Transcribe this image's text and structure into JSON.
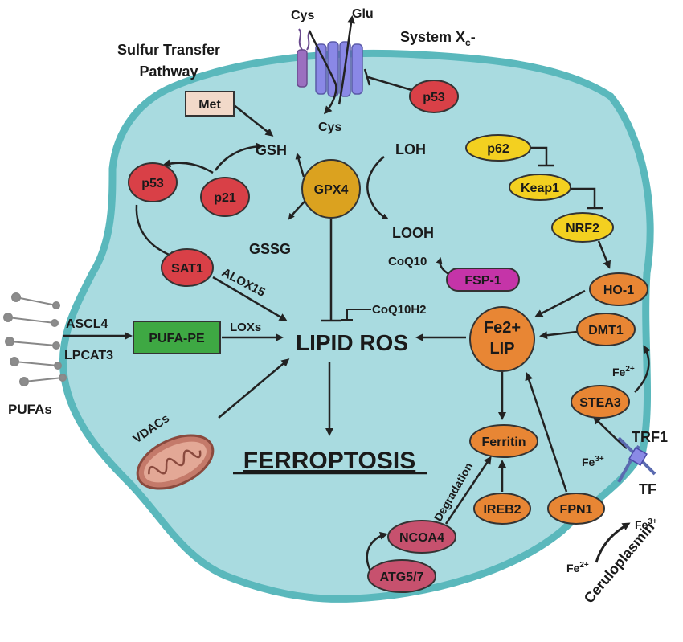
{
  "labels": {
    "sulfur_transfer_1": "Sulfur Transfer",
    "sulfur_transfer_2": "Pathway",
    "system_xc": "System X",
    "system_xc_sub": "c",
    "system_xc_suffix": "-",
    "cys_top": "Cys",
    "glu_top": "Glu",
    "cys_inside": "Cys",
    "gsh": "GSH",
    "gssg": "GSSG",
    "loh": "LOH",
    "looh": "LOOH",
    "coq10": "CoQ10",
    "coq10h2": "CoQ10H2",
    "ascl4": "ASCL4",
    "lpcat3": "LPCAT3",
    "pufas": "PUFAs",
    "loxs": "LOXs",
    "alox15": "ALOX15",
    "vdacs": "VDACs",
    "lipid_ros": "LIPID ROS",
    "ferroptosis": "FERROPTOSIS",
    "degradation": "Degradation",
    "fe2_label": "Fe",
    "fe2_sup": "2+",
    "fe3_label": "Fe",
    "fe3_sup": "3+",
    "trf1": "TRF1",
    "tf": "TF",
    "ceruloplasmin": "Ceruloplasmin",
    "cp_fe2": "Fe",
    "cp_fe2_sup": "2+",
    "cp_fe3": "Fe",
    "cp_fe3_sup": "3+"
  },
  "nodes": {
    "met": "Met",
    "p53_top": "p53",
    "p53_left": "p53",
    "p21": "p21",
    "sat1": "SAT1",
    "gpx4": "GPX4",
    "fsp1": "FSP-1",
    "pufa_pe": "PUFA-PE",
    "p62": "p62",
    "keap1": "Keap1",
    "nrf2": "NRF2",
    "ho1": "HO-1",
    "lip_1": "Fe2+",
    "lip_2": "LIP",
    "dmt1": "DMT1",
    "stea3": "STEA3",
    "ferritin": "Ferritin",
    "ireb2": "IREB2",
    "fpn1": "FPN1",
    "ncoa4": "NCOA4",
    "atg57": "ATG5/7"
  },
  "colors": {
    "cell_fill": "#a9dbe0",
    "cell_border": "#5ab8bc",
    "red_node": "#d94047",
    "yellow_node": "#f3d020",
    "orange_node": "#e88634",
    "gold_node": "#dba21f",
    "magenta_node": "#c534a8",
    "green_node": "#3ea843",
    "mauve_node": "#c7516e",
    "met_fill": "#f2d9c9"
  }
}
